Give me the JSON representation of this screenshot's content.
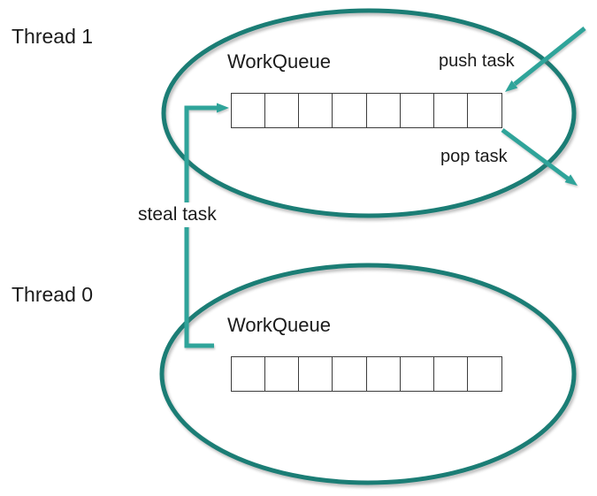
{
  "colors": {
    "background": "#ffffff",
    "ellipse_stroke": "#1b7d75",
    "arrow": "#2fa49a",
    "cell_border": "#3c3c3c",
    "text": "#1b1b1b"
  },
  "threads": [
    {
      "label": "Thread 1",
      "queue_label": "WorkQueue",
      "cells": 8
    },
    {
      "label": "Thread 0",
      "queue_label": "WorkQueue",
      "cells": 8
    }
  ],
  "arrows": [
    {
      "id": "push-task",
      "label": "push task"
    },
    {
      "id": "pop-task",
      "label": "pop task"
    },
    {
      "id": "steal-task",
      "label": "steal task"
    }
  ]
}
